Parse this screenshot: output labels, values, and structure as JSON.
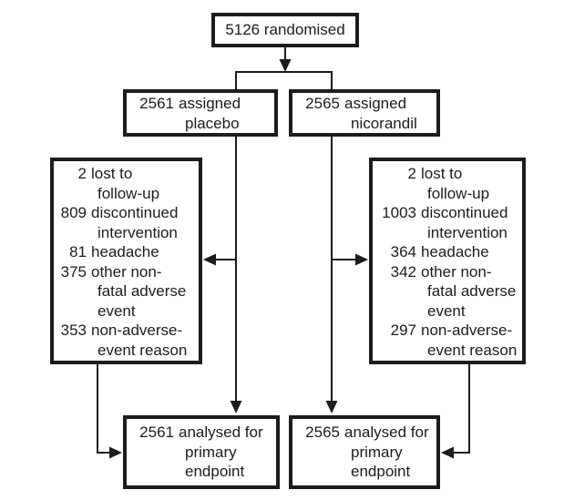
{
  "colors": {
    "ink": "#1c1c1c",
    "background": "#ffffff"
  },
  "flow": {
    "randomised": {
      "text": "5126 randomised"
    },
    "assigned": {
      "placebo": {
        "num": "2561",
        "text": "assigned\nplacebo"
      },
      "nicorandil": {
        "num": "2565",
        "text": "assigned\nnicorandil"
      }
    },
    "losses": {
      "placebo": {
        "entries": [
          {
            "num": "2",
            "text": "lost to\nfollow-up"
          },
          {
            "num": "809",
            "text": "discontinued\nintervention"
          },
          {
            "num": "81",
            "text": "headache"
          },
          {
            "num": "375",
            "text": "other non-\nfatal adverse\nevent"
          },
          {
            "num": "353",
            "text": "non-adverse-\nevent reason"
          }
        ]
      },
      "nicorandil": {
        "entries": [
          {
            "num": "2",
            "text": "lost to\nfollow-up"
          },
          {
            "num": "1003",
            "text": "discontinued\nintervention"
          },
          {
            "num": "364",
            "text": "headache"
          },
          {
            "num": "342",
            "text": "other non-\nfatal adverse\nevent"
          },
          {
            "num": "297",
            "text": "non-adverse-\nevent reason"
          }
        ]
      }
    },
    "analysed": {
      "placebo": {
        "num": "2561",
        "text": "analysed for\nprimary\nendpoint"
      },
      "nicorandil": {
        "num": "2565",
        "text": "analysed for\nprimary\nendpoint"
      }
    }
  }
}
